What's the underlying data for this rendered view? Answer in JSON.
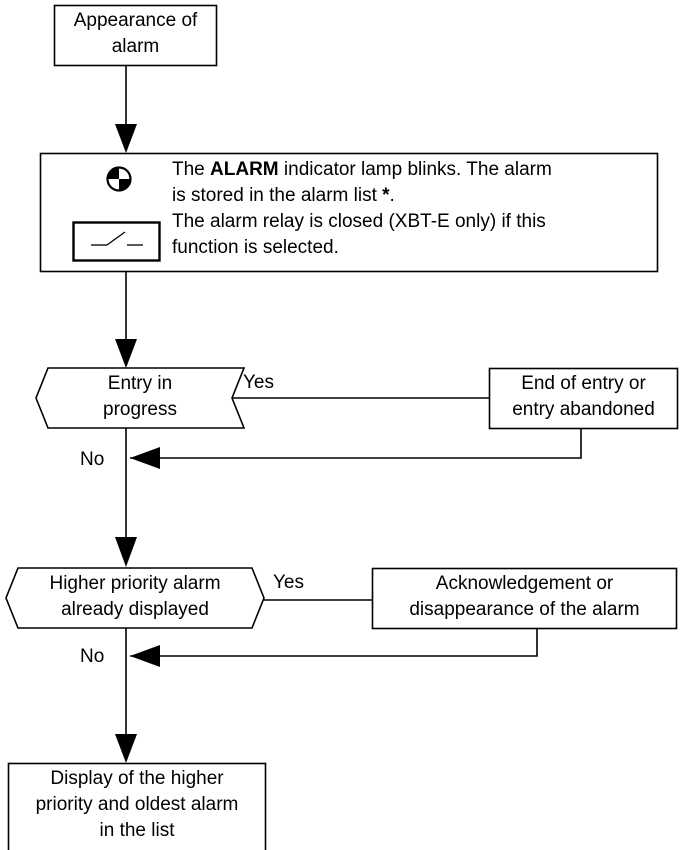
{
  "start_box": {
    "line1": "Appearance of",
    "line2": "alarm"
  },
  "alarm_box": {
    "line1_pre": "The ",
    "line1_bold": "ALARM",
    "line1_post": " indicator lamp blinks. The alarm",
    "line2_pre": "is stored in the alarm list ",
    "line2_bold": "*",
    "line2_post": ".",
    "line3": "The alarm relay is closed (XBT-E only) if this",
    "line4": "function is selected.",
    "lamp_icon": "indicator-lamp-icon",
    "relay_icon": "relay-switch-icon"
  },
  "decision1": {
    "line1": "Entry in",
    "line2": "progress",
    "yes": "Yes",
    "no": "No"
  },
  "action1": {
    "line1": "End of entry or",
    "line2": "entry abandoned"
  },
  "decision2": {
    "line1": "Higher priority alarm",
    "line2": "already displayed",
    "yes": "Yes",
    "no": "No"
  },
  "action2": {
    "line1": "Acknowledgement or",
    "line2": "disappearance of the alarm"
  },
  "end_box": {
    "line1": "Display of the higher",
    "line2": "priority and oldest alarm",
    "line3": "in the list"
  }
}
